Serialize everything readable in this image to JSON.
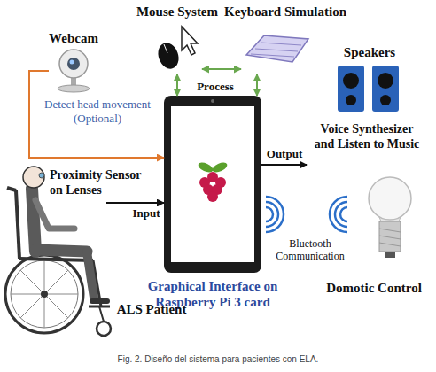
{
  "diagram": {
    "caption": "Fig. 2. Diseño del sistema para pacientes con ELA.",
    "nodes": [
      {
        "text": [
          "Webcam"
        ]
      },
      {
        "text": [
          "Mouse System"
        ]
      },
      {
        "text": [
          "Keyboard Simulation"
        ]
      },
      {
        "text": [
          "Speakers",
          "Voice Synthesizer and Listen to Music"
        ]
      },
      {
        "text": [
          "Graphical Interface on Raspberry Pi 3 card"
        ]
      },
      {
        "text": [
          "ALS Patient"
        ]
      },
      {
        "text": [
          "Domotic Control"
        ]
      }
    ],
    "edges": [
      {
        "from": 1,
        "to": 2,
        "arrow": "both"
      },
      {
        "from": 1,
        "to": 4,
        "arrow": "both"
      },
      {
        "from": 2,
        "to": 4,
        "arrow": "both"
      },
      {
        "from": 0,
        "to": 4,
        "label": "Detect head movement (Optional)",
        "arrow": "to"
      },
      {
        "from": 5,
        "to": 4,
        "label": "Input",
        "arrow": "to"
      },
      {
        "from": 4,
        "to": 3,
        "label": "Output",
        "arrow": "to"
      }
    ],
    "labels": [
      "Process",
      "Proximity Sensor on Lenses",
      "Bluetooth Communication"
    ]
  }
}
